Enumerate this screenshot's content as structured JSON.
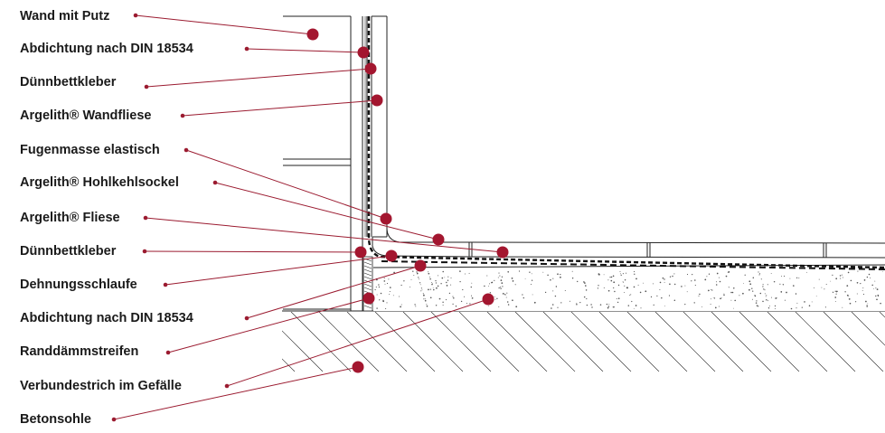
{
  "labels": [
    "Wand mit Putz",
    "Abdichtung nach DIN 18534",
    "Dünnbettkleber",
    "Argelith® Wandfliese",
    "Fugenmasse elastisch",
    "Argelith® Hohlkehlsockel",
    "Argelith® Fliese",
    "Dünnbettkleber",
    "Dehnungsschlaufe",
    "Abdichtung nach DIN 18534",
    "Randdämmstreifen",
    "Verbundestrich im Gefälle",
    "Betonsohle"
  ],
  "colors": {
    "accent": "#9b1b30",
    "marker": "#a3162f",
    "line": "#222222"
  }
}
